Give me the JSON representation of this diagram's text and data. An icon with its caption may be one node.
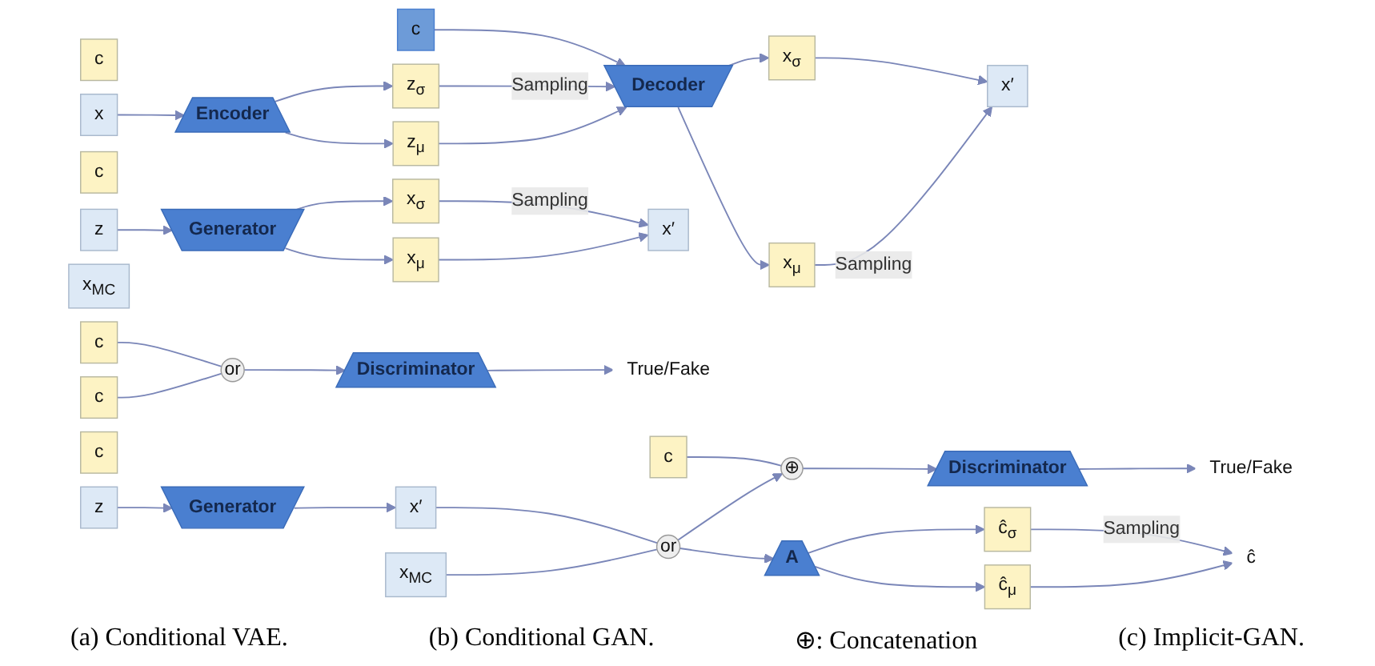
{
  "diagram": {
    "nodes": [
      {
        "text": [
          "c"
        ]
      },
      {
        "text": [
          "x"
        ]
      },
      {
        "text": [
          "Encoder"
        ]
      },
      {
        "text": [
          "z$_{μ}$"
        ]
      },
      {
        "text": [
          "z$_{σ}$"
        ]
      },
      {
        "text": [
          "c"
        ]
      },
      {
        "text": [
          "Decoder"
        ]
      },
      {
        "text": [
          "x$_{μ}$"
        ]
      },
      {
        "text": [
          "x$_{σ}$"
        ]
      },
      {
        "text": [
          "x′"
        ]
      },
      {
        "text": [
          "c"
        ]
      },
      {
        "text": [
          "z"
        ]
      },
      {
        "text": [
          "Generator"
        ]
      },
      {
        "text": [
          "x$_{μ}$"
        ]
      },
      {
        "text": [
          "x$_{σ}$"
        ]
      },
      {
        "text": [
          "x$_{MC}$"
        ]
      },
      {
        "text": [
          "c"
        ]
      },
      {
        "text": [
          "x′"
        ]
      },
      {
        "text": [
          "c"
        ]
      },
      {
        "text": [
          "or"
        ]
      },
      {
        "text": [
          "Discriminator"
        ]
      },
      {
        "text": [
          "True/Fake"
        ]
      },
      {
        "text": [
          "c"
        ]
      },
      {
        "text": [
          "z"
        ]
      },
      {
        "text": [
          "Generator"
        ]
      },
      {
        "text": [
          "x$_{MC}$"
        ]
      },
      {
        "text": [
          "x′"
        ]
      },
      {
        "text": [
          "or"
        ]
      },
      {
        "text": [
          "c"
        ]
      },
      {
        "text": [
          "⊕"
        ]
      },
      {
        "text": [
          "Discriminator"
        ]
      },
      {
        "text": [
          "True/Fake"
        ]
      },
      {
        "text": [
          "A"
        ]
      },
      {
        "text": [
          "ĉ$_{μ}$"
        ]
      },
      {
        "text": [
          "ĉ$_{σ}$"
        ]
      },
      {
        "text": [
          "ĉ"
        ]
      }
    ],
    "edges": [
      {
        "from": 1,
        "to": 2,
        "arrow": "to"
      },
      {
        "from": 2,
        "to": 3,
        "arrow": "to"
      },
      {
        "from": 2,
        "to": 4,
        "arrow": "to"
      },
      {
        "from": 3,
        "to": 6,
        "arrow": "to"
      },
      {
        "from": 4,
        "to": 6,
        "label": "Sampling",
        "arrow": "to"
      },
      {
        "from": 5,
        "to": 6,
        "arrow": "to"
      },
      {
        "from": 6,
        "to": 7,
        "arrow": "to"
      },
      {
        "from": 6,
        "to": 8,
        "arrow": "to"
      },
      {
        "from": 7,
        "to": 9,
        "label": "Sampling",
        "arrow": "to"
      },
      {
        "from": 8,
        "to": 9,
        "arrow": "to"
      },
      {
        "from": 11,
        "to": 12,
        "arrow": "to"
      },
      {
        "from": 12,
        "to": 13,
        "arrow": "to"
      },
      {
        "from": 12,
        "to": 14,
        "arrow": "to"
      },
      {
        "from": 13,
        "to": 17,
        "arrow": "to"
      },
      {
        "from": 14,
        "to": 17,
        "label": "Sampling",
        "arrow": "to"
      },
      {
        "from": 16,
        "to": 19,
        "arrow": "none"
      },
      {
        "from": 18,
        "to": 19,
        "arrow": "none"
      },
      {
        "from": 19,
        "to": 20,
        "arrow": "to"
      },
      {
        "from": 20,
        "to": 21,
        "arrow": "to"
      },
      {
        "from": 23,
        "to": 24,
        "arrow": "to"
      },
      {
        "from": 24,
        "to": 26,
        "arrow": "to"
      },
      {
        "from": 25,
        "to": 27,
        "arrow": "none"
      },
      {
        "from": 26,
        "to": 27,
        "arrow": "none"
      },
      {
        "from": 27,
        "to": 29,
        "arrow": "to"
      },
      {
        "from": 28,
        "to": 29,
        "arrow": "none"
      },
      {
        "from": 29,
        "to": 30,
        "arrow": "to"
      },
      {
        "from": 30,
        "to": 31,
        "arrow": "to"
      },
      {
        "from": 27,
        "to": 32,
        "arrow": "to"
      },
      {
        "from": 32,
        "to": 33,
        "arrow": "to"
      },
      {
        "from": 32,
        "to": 34,
        "arrow": "to"
      },
      {
        "from": 33,
        "to": 35,
        "arrow": "to"
      },
      {
        "from": 34,
        "to": 35,
        "label": "Sampling",
        "arrow": "to"
      }
    ],
    "labels": [
      "(a) Conditional VAE.",
      "(b) Conditional GAN.",
      "⊕: Concatenation",
      "(c) Implicit-GAN."
    ]
  }
}
